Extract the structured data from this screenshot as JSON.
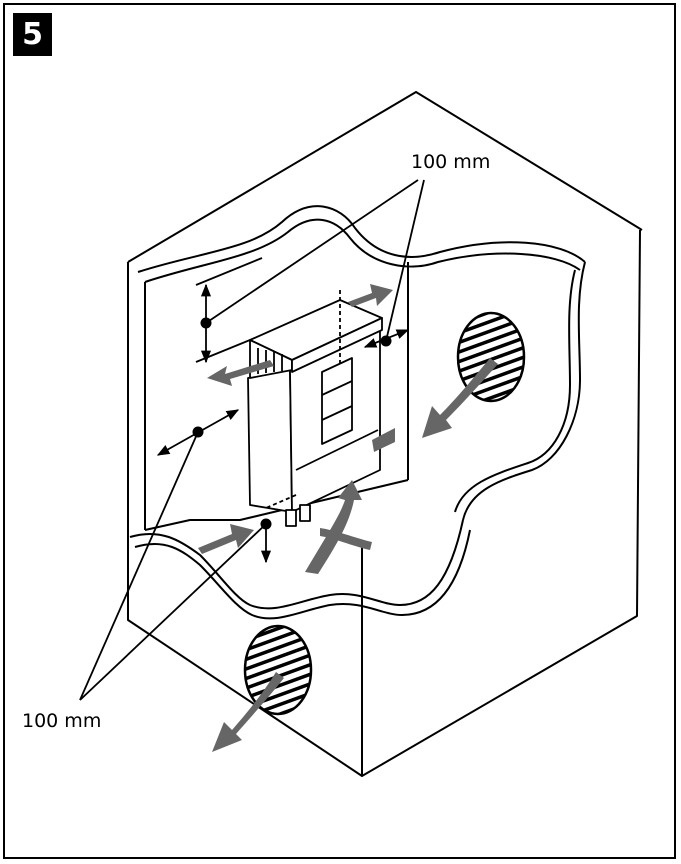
{
  "step": {
    "number": "5"
  },
  "labels": {
    "clearance_top": "100 mm",
    "clearance_bottom": "100 mm"
  },
  "colors": {
    "line": "#000000",
    "arrow": "#666666",
    "background": "#ffffff"
  }
}
